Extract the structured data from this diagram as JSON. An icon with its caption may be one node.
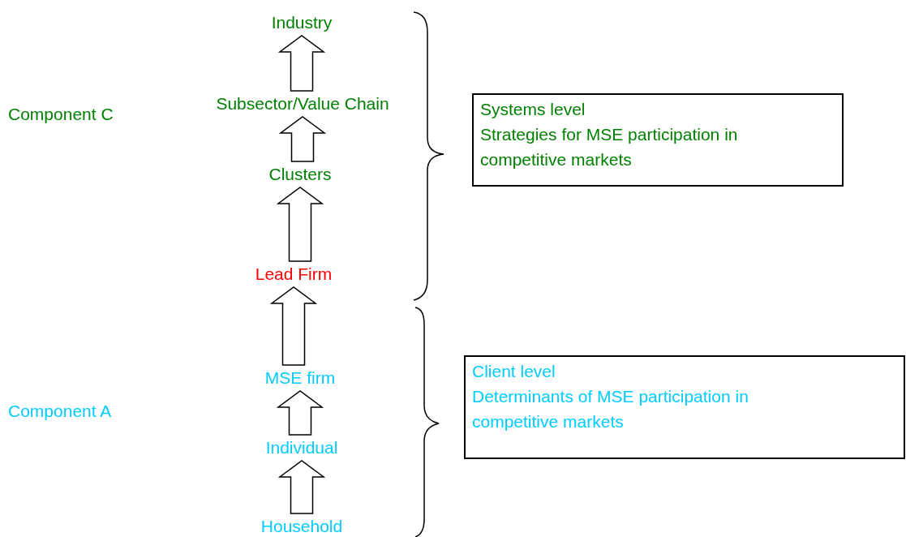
{
  "diagram": {
    "nodes": [
      {
        "text": [
          "Industry"
        ]
      },
      {
        "text": [
          "Subsector/Value Chain"
        ]
      },
      {
        "text": [
          "Clusters"
        ]
      },
      {
        "text": [
          "Lead Firm"
        ]
      },
      {
        "text": [
          "MSE firm"
        ]
      },
      {
        "text": [
          "Individual"
        ]
      },
      {
        "text": [
          "Household"
        ]
      },
      {
        "text": [
          "Systems level",
          "Strategies for MSE participation in competitive markets"
        ]
      },
      {
        "text": [
          "Client level",
          "Determinants of MSE participation in competitive markets"
        ]
      }
    ],
    "edges": [
      {
        "from": 6,
        "to": 5,
        "arrow": "to"
      },
      {
        "from": 5,
        "to": 4,
        "arrow": "to"
      },
      {
        "from": 4,
        "to": 3,
        "arrow": "to"
      },
      {
        "from": 3,
        "to": 2,
        "arrow": "to"
      },
      {
        "from": 2,
        "to": 1,
        "arrow": "to"
      },
      {
        "from": 1,
        "to": 0,
        "arrow": "to"
      }
    ],
    "labels": [
      "Component C",
      "Component A"
    ]
  }
}
